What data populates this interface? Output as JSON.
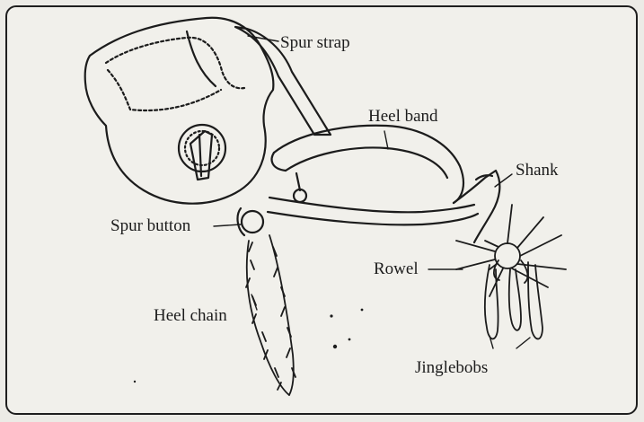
{
  "labels": {
    "spur_strap": "Spur strap",
    "heel_band": "Heel band",
    "shank": "Shank",
    "spur_button": "Spur button",
    "rowel": "Rowel",
    "heel_chain": "Heel chain",
    "jinglebobs": "Jinglebobs"
  },
  "colors": {
    "ink": "#1c1c1c",
    "paper": "#f1f0eb",
    "background": "#ecebe6"
  }
}
